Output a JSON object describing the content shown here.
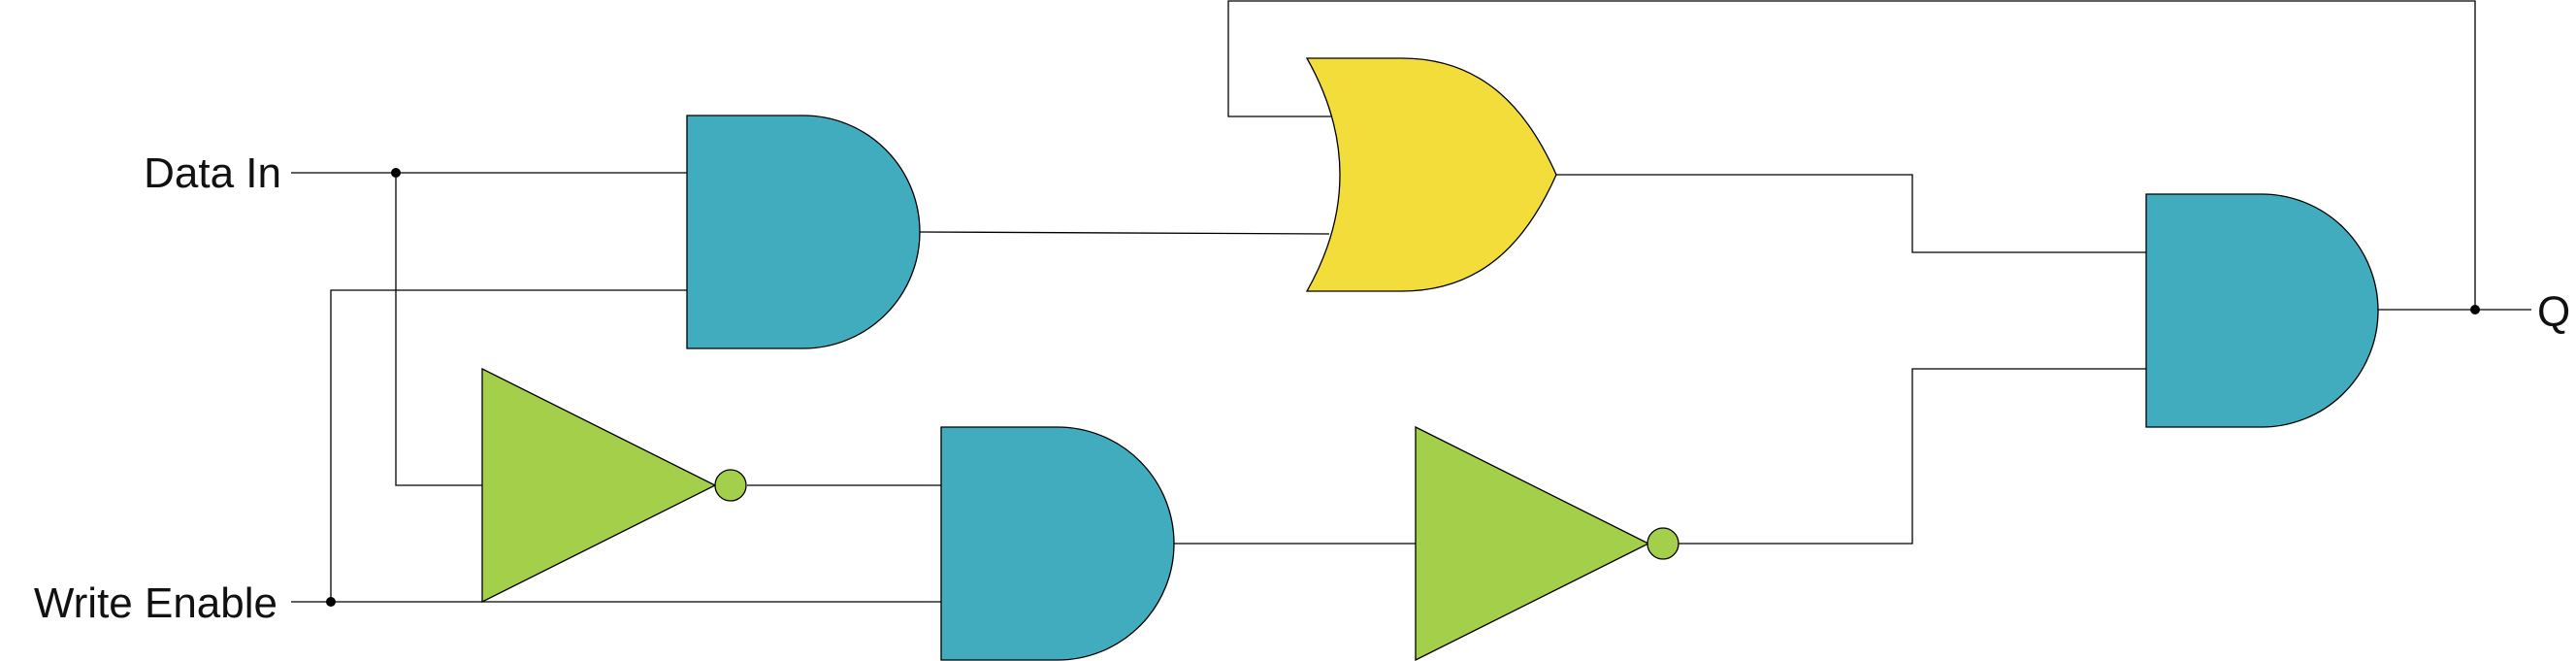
{
  "labels": {
    "data_in": "Data In",
    "write_enable": "Write Enable",
    "output_q": "Q"
  },
  "colors": {
    "and_gate": "#41acbd",
    "or_gate": "#f3dd3a",
    "not_gate": "#a3cf4b",
    "wire": "#000000",
    "background": "#ffffff"
  },
  "gates": [
    {
      "id": "and-gate-1",
      "type": "AND"
    },
    {
      "id": "or-gate",
      "type": "OR"
    },
    {
      "id": "and-gate-output",
      "type": "AND"
    },
    {
      "id": "not-gate-1",
      "type": "NOT"
    },
    {
      "id": "and-gate-2",
      "type": "AND"
    },
    {
      "id": "not-gate-2",
      "type": "NOT"
    }
  ]
}
